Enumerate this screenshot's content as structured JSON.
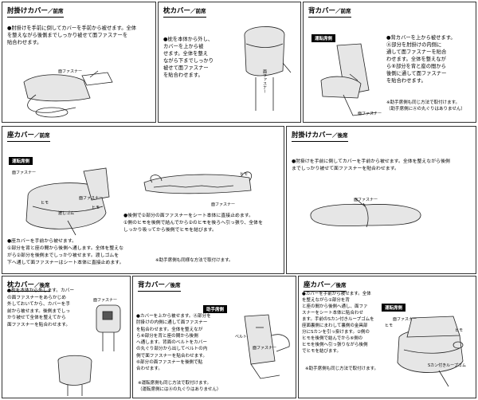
{
  "p1": {
    "title": "肘掛けカバー",
    "sub": "／前席",
    "text": "●肘掛けを手前に倒してカバーを手前から被せます。全体\nを整えながら後側までしっかり被せて面ファスナーを\n貼合わせます。",
    "label_fastener": "面ファスナー"
  },
  "p2": {
    "title": "枕カバー",
    "sub": "／前席",
    "text": "●枕を本体から外し、\nカバーを上から被\nせます。全体を整え\nながら下までしっかり\n被せて面ファスナー\nを貼合わせます。",
    "label_fastener": "面ファスナー"
  },
  "p3": {
    "title": "背カバー",
    "sub": "／前席",
    "tag": "運転席側",
    "text": "●背カバーを上から被せます。\nⒶ部分を肘掛けの内側に\n通して面ファスナーを貼合\nわせます。全体を整えなが\nら⑧部分を背と座の間から\n後側に通して面ファスナー\nを貼合わせます。",
    "note": "※助手席側も同じ方法で取付けます。\n（助手席側にⒶの丸ぐりはありません）",
    "label_fastener": "面ファスナー"
  },
  "p4": {
    "title": "座カバー",
    "sub": "／前席",
    "tag": "運転席側",
    "labels": [
      "面ファスナー",
      "ヒモ",
      "面ファスナー",
      "ヒモ",
      "面ファスナー",
      "渡しゴム",
      "ヒモ"
    ],
    "text_right": "●後側で②部分の面ファスナーをシート本体に直接止めます。\n①側のヒモを後側で結んでから②のヒモを後ろへ引っ張り、全体を\nしっかり吸ってから後側でヒモを結びます。",
    "text_bottom": "●座カバーを手前から被せます。\n①部分を背と座の間から後側へ通します。全体を整えな\nがら②部分を後側までしっかり被せます。渡しゴムを\n下へ通して面ファスナーはシート本体に直接止めます。",
    "note": "※助手席側も同様な方法で取付けます。"
  },
  "p5": {
    "title": "肘掛けカバー",
    "sub": "／後席",
    "text": "●肘掛けを手前に倒してカバーを手前から被せます。全体を整えながら後側\nまでしっかり被せて面ファスナーを貼合わせます。",
    "label_fastener": "面ファスナー"
  },
  "p6": {
    "title": "枕カバー",
    "sub": "／後席",
    "text": "●枕を本体から外します。カバー\nの面ファスナーをあらかじめ\n外しておいてから、カバーを手\n前から被せます。後側までしっ\nかり被せて全体を整えてから\n面ファスナーを貼合わせます。",
    "label_fastener": "面ファスナー"
  },
  "p7": {
    "title": "背カバー",
    "sub": "／後席",
    "tag": "助手席側",
    "text": "●カバーを上から被せます。Ⓐ部分を\n肘掛けの内側に通して面ファスナー\nを貼合わせます。全体を整えなが\nら⑧部分を背と座の間から後側\nへ通します。背面のベルトをカバー\nの丸ぐり部分から出してベルトの内\n側で面ファスナーを貼合わせます。\n⑥部分の面ファスナーを後側で貼\n合わせます。",
    "note": "※運転席側も同じ方法で取付けます。\n（運転席側にはⒶの丸ぐりはありません）",
    "labels": [
      "ベルト",
      "面ファスナー"
    ]
  },
  "p8": {
    "title": "座カバー",
    "sub": "／後席",
    "tag": "運転席側",
    "text": "●カバーを手前から被せます。全体\nを整えながら①部分を背\nと座の間から後側へ通し、面ファ\nスナーをシート本体に貼合わせ\nます。手前のSカン付きループゴムを\n座面裏側にまわして裏側の金具部\n分にSカンを引っ掛けます。②側の\nヒモを後側で結んでから⑥側の\nヒモを後側へ引っ張りながら後側\nでヒモを結びます。",
    "note": "※助手席側も同じ方法で取付けます。",
    "labels": [
      "ヒモ",
      "面ファスナー",
      "ヒモ",
      "Sカン付きループゴム"
    ]
  }
}
